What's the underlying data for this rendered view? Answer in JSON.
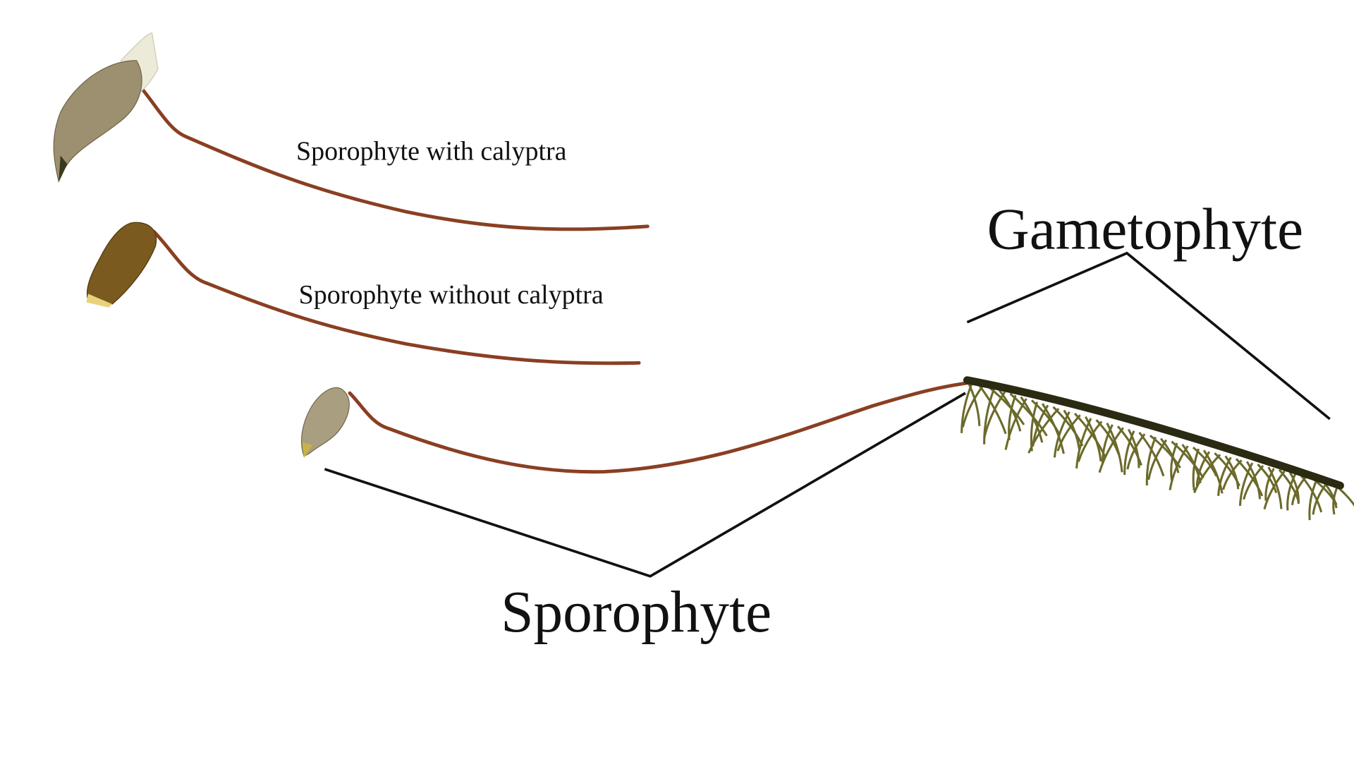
{
  "labels": {
    "with_calyptra": "Sporophyte with calyptra",
    "without_calyptra": "Sporophyte without calyptra",
    "gametophyte": "Gametophyte",
    "sporophyte": "Sporophyte"
  },
  "colors": {
    "seta": "#8a3f22",
    "capsule_pale": "#b8ad8a",
    "capsule_brown": "#7a5a1e",
    "leaf": "#6b6a2a",
    "stem": "#2b2a12",
    "line": "#111111"
  }
}
